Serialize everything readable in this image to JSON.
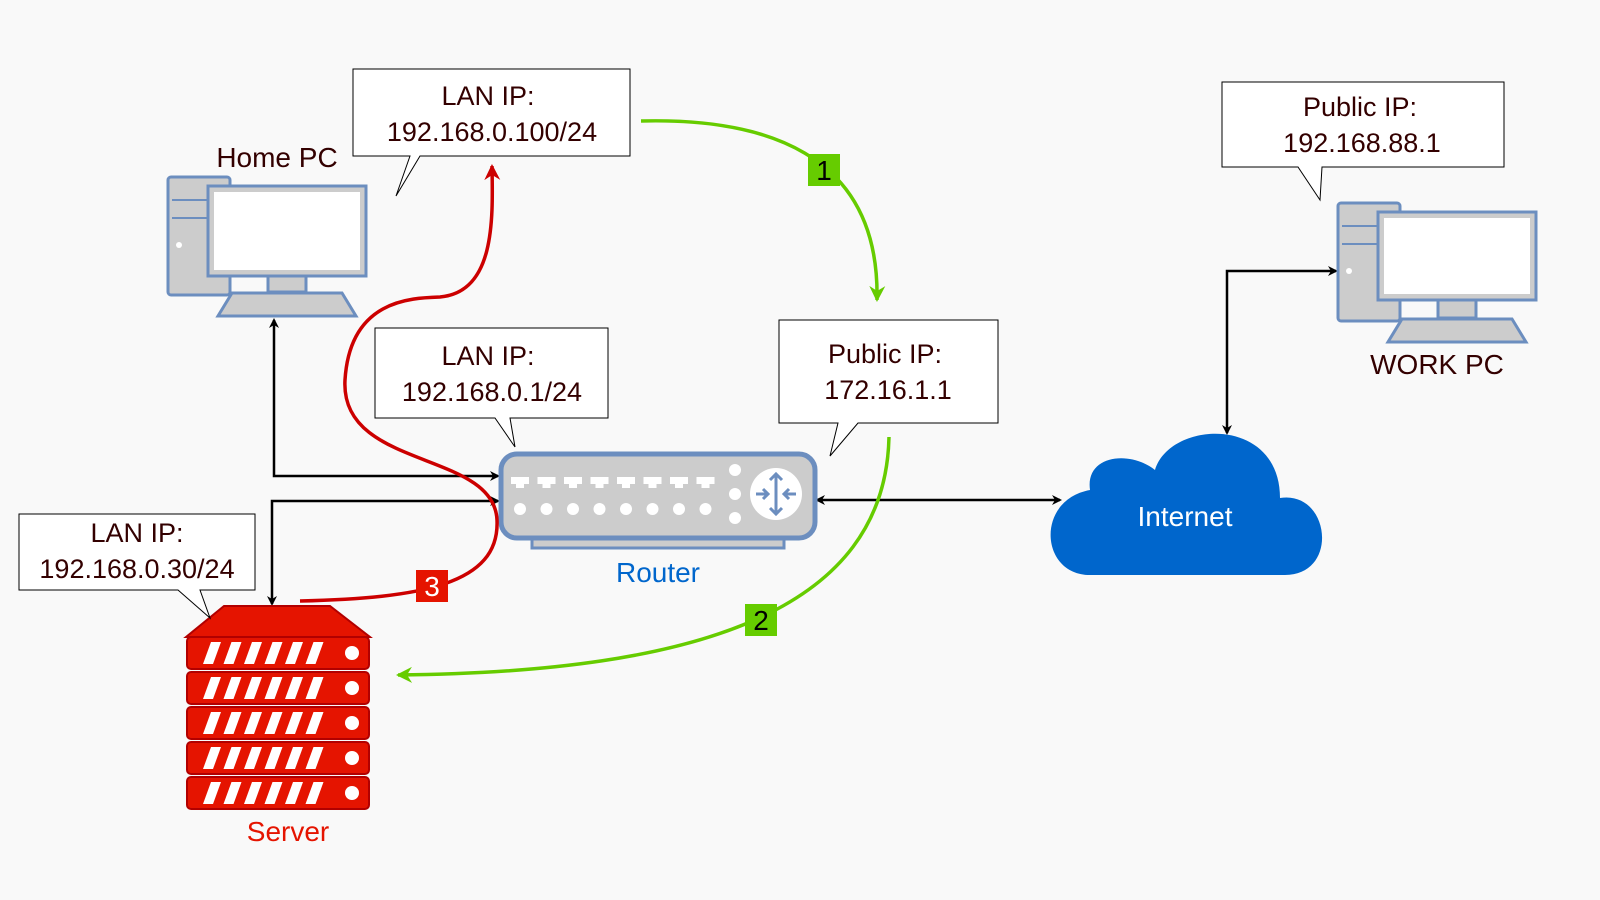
{
  "colors": {
    "text": "#330000",
    "green": "#66cc00",
    "red": "#cc0000",
    "server": "#e51400",
    "router_label": "#0066cc",
    "cloud": "#0066cc",
    "device_stroke": "#6c8ebf"
  },
  "callouts": {
    "home_pc": {
      "line1": "LAN IP:",
      "line2": "192.168.0.100/24"
    },
    "router_lan": {
      "line1": "LAN IP:",
      "line2": "192.168.0.1/24"
    },
    "router_public": {
      "line1": "Public IP:",
      "line2": "172.16.1.1"
    },
    "work_pc": {
      "line1": "Public IP:",
      "line2": "192.168.88.1"
    },
    "server": {
      "line1": "LAN IP:",
      "line2": "192.168.0.30/24"
    }
  },
  "nodes": {
    "home_pc": "Home PC",
    "work_pc": "WORK PC",
    "router": "Router",
    "server": "Server",
    "internet": "Internet"
  },
  "steps": [
    "1",
    "2",
    "3"
  ],
  "icons": {
    "home_pc": "desktop-computer-icon",
    "work_pc": "desktop-computer-icon",
    "router": "router-icon",
    "server": "server-rack-icon",
    "internet": "cloud-icon"
  }
}
